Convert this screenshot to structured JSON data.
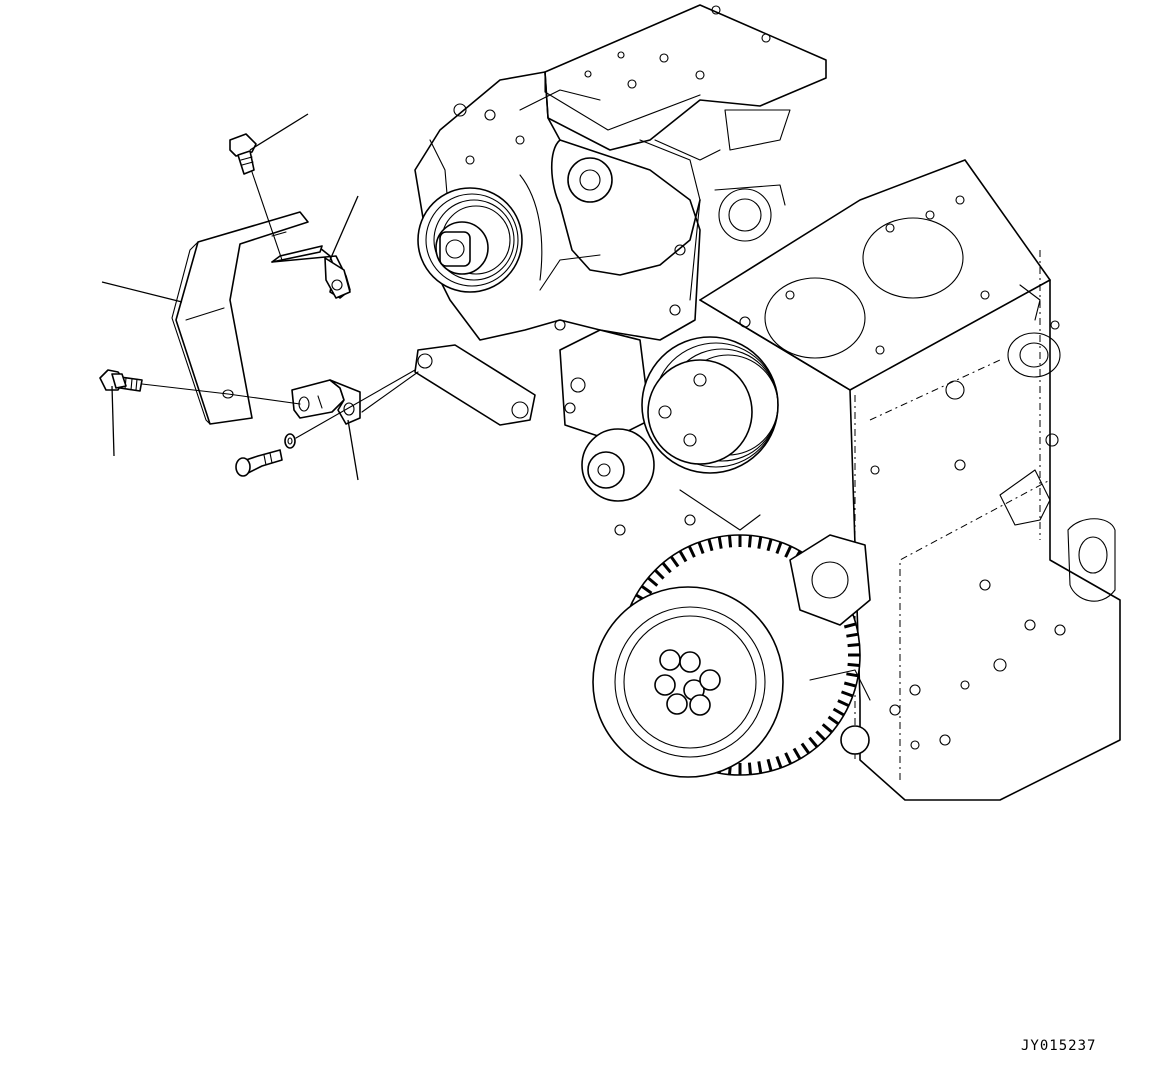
{
  "diagram": {
    "drawing_code": "JY015237",
    "callouts": [
      {
        "id": "upper-bolt"
      },
      {
        "id": "upper-bracket"
      },
      {
        "id": "main-bracket"
      },
      {
        "id": "lower-bolt"
      },
      {
        "id": "lower-bracket"
      }
    ]
  }
}
